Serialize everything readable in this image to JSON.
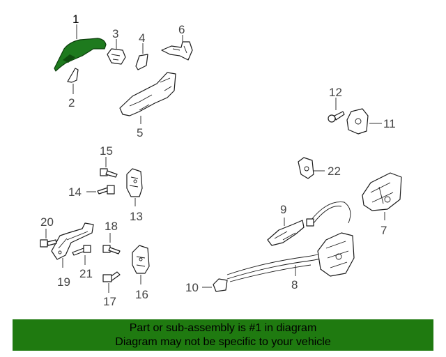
{
  "callouts": [
    "1",
    "2",
    "3",
    "4",
    "5",
    "6",
    "7",
    "8",
    "9",
    "10",
    "11",
    "12",
    "13",
    "14",
    "15",
    "16",
    "17",
    "18",
    "19",
    "20",
    "21",
    "22"
  ],
  "highlighted_part": "1",
  "colors": {
    "highlight": "#1e7a1e",
    "banner_bg": "#1f7a10",
    "text": "#000000"
  },
  "banner": {
    "line1": "Part or sub-assembly is #1 in diagram",
    "line2": "Diagram may not be specific to your vehicle"
  }
}
